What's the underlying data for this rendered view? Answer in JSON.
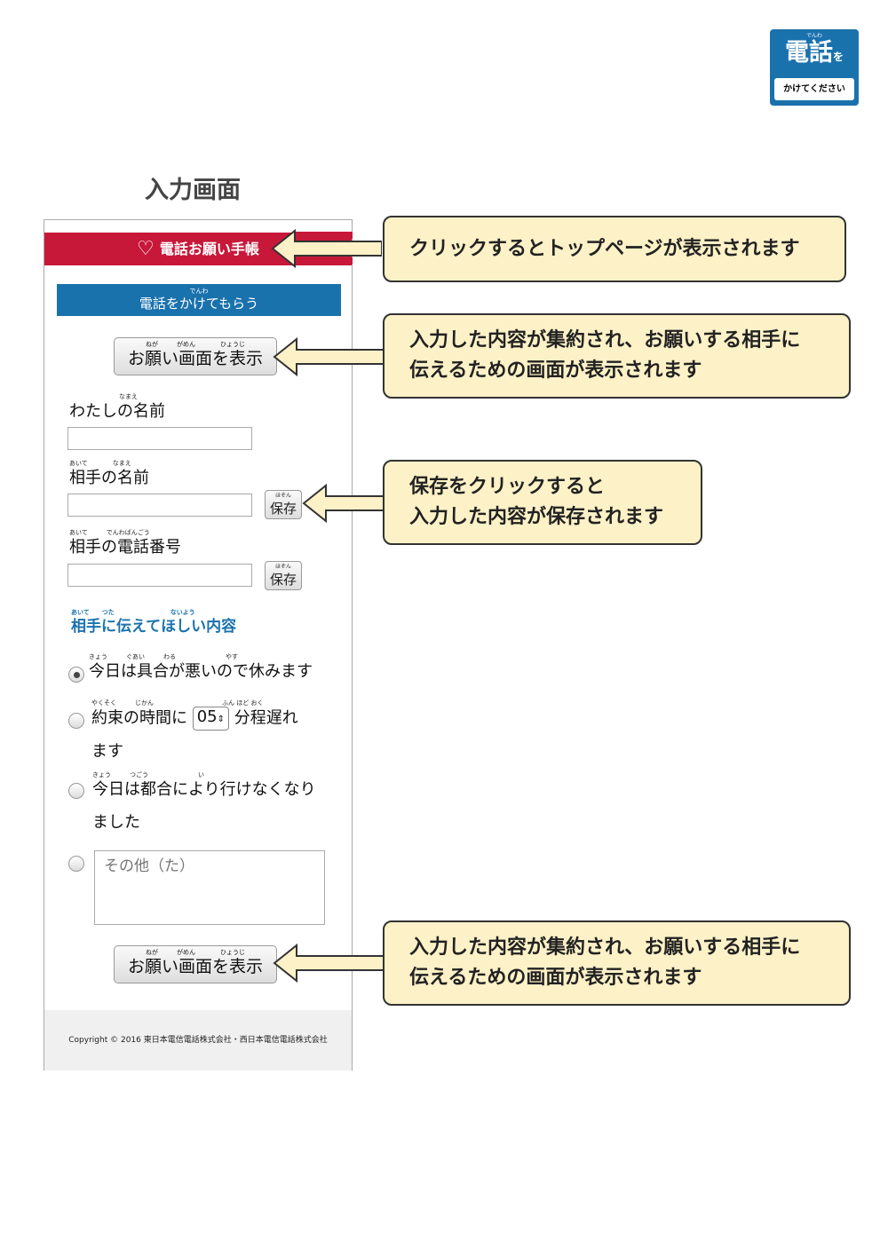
{
  "logo": {
    "ruby": "でんわ",
    "title": "電話",
    "particle": "を",
    "sub": "かけてください"
  },
  "page_title": "入力画面",
  "app": {
    "header": "電話お願い手帳",
    "blue_button": {
      "ruby": "でんわ",
      "label": "電話をかけてもらう"
    },
    "show_button": {
      "ruby": "ねが　　　がめん　　　　ひょうじ",
      "label": "お願い画面を表示"
    },
    "my_name": {
      "ruby": "　　　　　　　　なまえ",
      "label": "わたしの名前"
    },
    "partner_name": {
      "ruby": "あいて　　　　なまえ",
      "label": "相手の名前"
    },
    "partner_phone": {
      "ruby": "あいて　　　でんわばんごう",
      "label": "相手の電話番号"
    },
    "save": {
      "ruby": "ほぞん",
      "label": "保存"
    },
    "message_heading": {
      "ruby": "あいて　　つた　　　　　　　　　ないよう",
      "label": "相手に伝えてほしい内容"
    },
    "options": [
      {
        "ruby": "きょう　　　ぐあい　　　わる　　　　　　　　やす",
        "label": "今日は具合が悪いので休みます",
        "selected": true
      },
      {
        "ruby": "やくそく　　　じかん　　　　　　　　　　　ふん ほど おく",
        "label_before": "約束の時間に",
        "minutes": "05",
        "label_after": "分程遅れ",
        "label_wrap": "ます",
        "selected": false
      },
      {
        "ruby": "きょう　　　つごう　　　　　　　　い",
        "label": "今日は都合により行けなくなり",
        "label_wrap": "ました",
        "selected": false
      },
      {
        "placeholder": "その他（た）",
        "selected": false
      }
    ],
    "footer": "Copyright © 2016 東日本電信電話株式会社・西日本電信電話株式会社"
  },
  "callouts": [
    {
      "lines": [
        "クリックするとトップページが表示されます"
      ]
    },
    {
      "lines": [
        "入力した内容が集約され、お願いする相手に",
        "伝えるための画面が表示されます"
      ]
    },
    {
      "lines": [
        "保存をクリックすると",
        "入力した内容が保存されます"
      ]
    },
    {
      "lines": [
        "入力した内容が集約され、お願いする相手に",
        "伝えるための画面が表示されます"
      ]
    }
  ],
  "colors": {
    "red": "#c8183a",
    "blue": "#1a72ad",
    "callout": "#fdf1c7"
  }
}
